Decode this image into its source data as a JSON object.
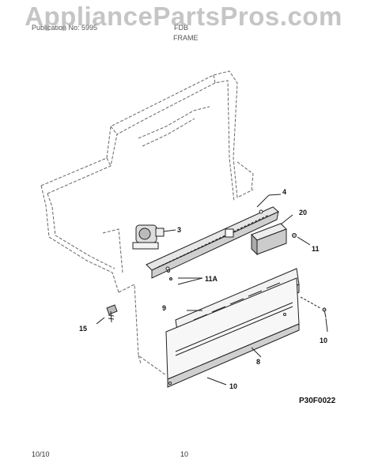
{
  "watermark": "AppliancePartsPros.com",
  "header": {
    "left": "Publication No: 5995",
    "right": "FDB",
    "section": "FRAME"
  },
  "callouts": {
    "c3": "3",
    "c4": "4",
    "c8": "8",
    "c9": "9",
    "c10a": "10",
    "c10b": "10",
    "c11": "11",
    "c11a": "11A",
    "c15": "15",
    "c20": "20"
  },
  "figure_code": "P30F0022",
  "footer": {
    "date": "10/10",
    "page": "10"
  },
  "colors": {
    "line": "#222222",
    "dash": "#666666",
    "shade": "#d9d9d9",
    "watermark": "#969696"
  }
}
